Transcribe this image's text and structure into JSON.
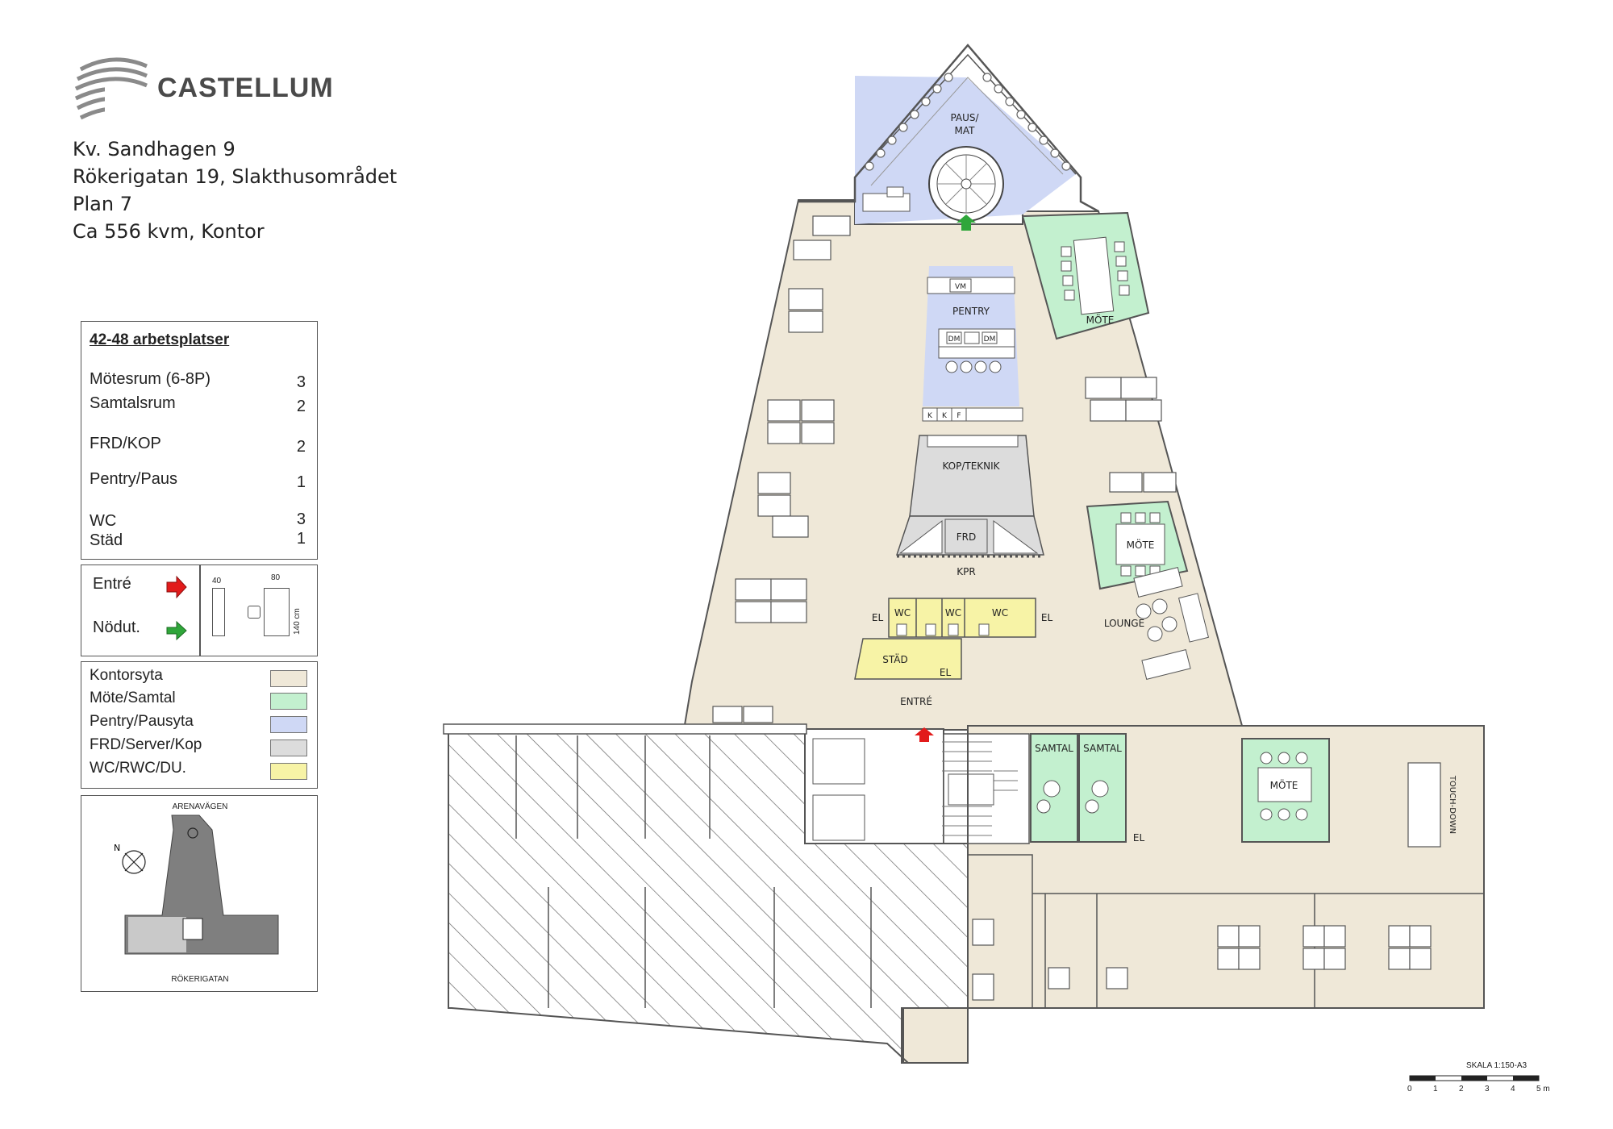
{
  "brand": {
    "name": "CASTELLUM"
  },
  "address": {
    "line1": "Kv. Sandhagen 9",
    "line2": "Rökerigatan 19, Slakthusområdet",
    "line3": "Plan 7",
    "line4": "Ca 556 kvm, Kontor"
  },
  "summary": {
    "title": "42-48 arbetsplatser",
    "rows": [
      {
        "label": "Mötesrum (6-8P)",
        "value": "3"
      },
      {
        "label": "Samtalsrum",
        "value": "2"
      },
      {
        "label": "FRD/KOP",
        "value": "2"
      },
      {
        "label": "Pentry/Paus",
        "value": "1"
      },
      {
        "label": "WC",
        "value": "3"
      },
      {
        "label": "Städ",
        "value": "1"
      }
    ]
  },
  "symbols": {
    "entry": "Entré",
    "emergency": "Nödut.",
    "dim40": "40",
    "dim80": "80",
    "dim140": "140 cm"
  },
  "legend": {
    "items": [
      {
        "label": "Kontorsyta",
        "color": "#efe8d8"
      },
      {
        "label": "Möte/Samtal",
        "color": "#c3f0cf"
      },
      {
        "label": "Pentry/Pausyta",
        "color": "#cfd8f5"
      },
      {
        "label": "FRD/Server/Kop",
        "color": "#dcdcdc"
      },
      {
        "label": "WC/RWC/DU.",
        "color": "#f7f3a6"
      }
    ]
  },
  "keymap": {
    "north_street": "ARENAVÄGEN",
    "south_street": "RÖKERIGATAN"
  },
  "plan_labels": {
    "paus": "PAUS/",
    "mat": "MAT",
    "pentry": "PENTRY",
    "vm": "VM",
    "dm": "DM",
    "k": "K",
    "f": "F",
    "kop_teknik": "KOP/TEKNIK",
    "frd": "FRD",
    "kpr": "KPR",
    "mote": "MÖTE",
    "wc": "WC",
    "el": "EL",
    "stad": "STÄD",
    "lounge": "LOUNGE",
    "entre": "ENTRÉ",
    "samtal": "SAMTAL",
    "touchdown": "TOUCH-DOWN"
  },
  "scale": {
    "title": "SKALA 1:150-A3",
    "ticks": [
      "0",
      "1",
      "2",
      "3",
      "4",
      "5 m"
    ]
  },
  "colors": {
    "office": "#efe8d8",
    "meeting": "#c3f0cf",
    "pentry": "#cfd8f5",
    "frd": "#dcdcdc",
    "wc": "#f7f3a6",
    "entry_arrow": "#e21b1b",
    "exit_arrow": "#2fa63a",
    "wall": "#555555"
  }
}
